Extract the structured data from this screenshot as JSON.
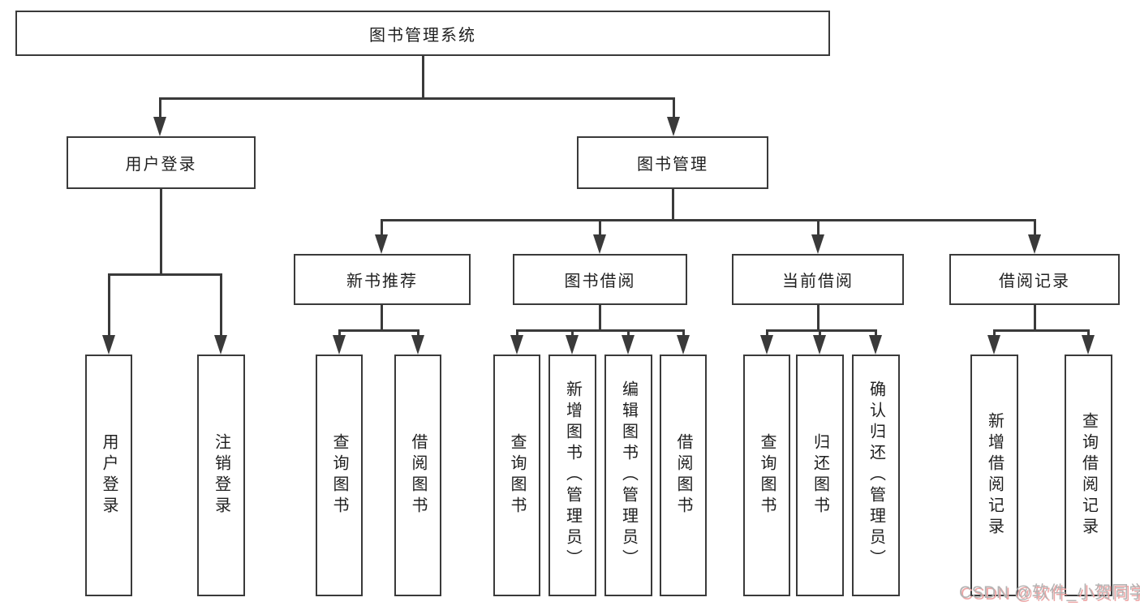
{
  "diagram": {
    "title": "图书管理系统",
    "nodes": {
      "root": "图书管理系统",
      "user_login": "用户登录",
      "book_mgmt": "图书管理",
      "new_book_rec": "新书推荐",
      "book_borrow": "图书借阅",
      "current_borrow": "当前借阅",
      "borrow_records": "借阅记录",
      "leaf_user_login": "用户登录",
      "leaf_logout": "注销登录",
      "nb_query_books": "查询图书",
      "nb_borrow_books": "借阅图书",
      "bb_query_books": "查询图书",
      "bb_add_books": "新增图书（管理员）",
      "bb_edit_books": "编辑图书（管理员）",
      "bb_borrow_books": "借阅图书",
      "cb_query_books": "查询图书",
      "cb_return_books": "归还图书",
      "cb_confirm_return": "确认归还（管理员）",
      "br_add_record": "新增借阅记录",
      "br_query_record": "查询借阅记录"
    }
  },
  "watermark": {
    "text": "CSDN @软件_小贺同学"
  },
  "colors": {
    "line": "#3a3a3a",
    "text": "#1f1f1f",
    "watermark": "#b3b3b3",
    "watermark_shadow": "#eda5a5"
  }
}
